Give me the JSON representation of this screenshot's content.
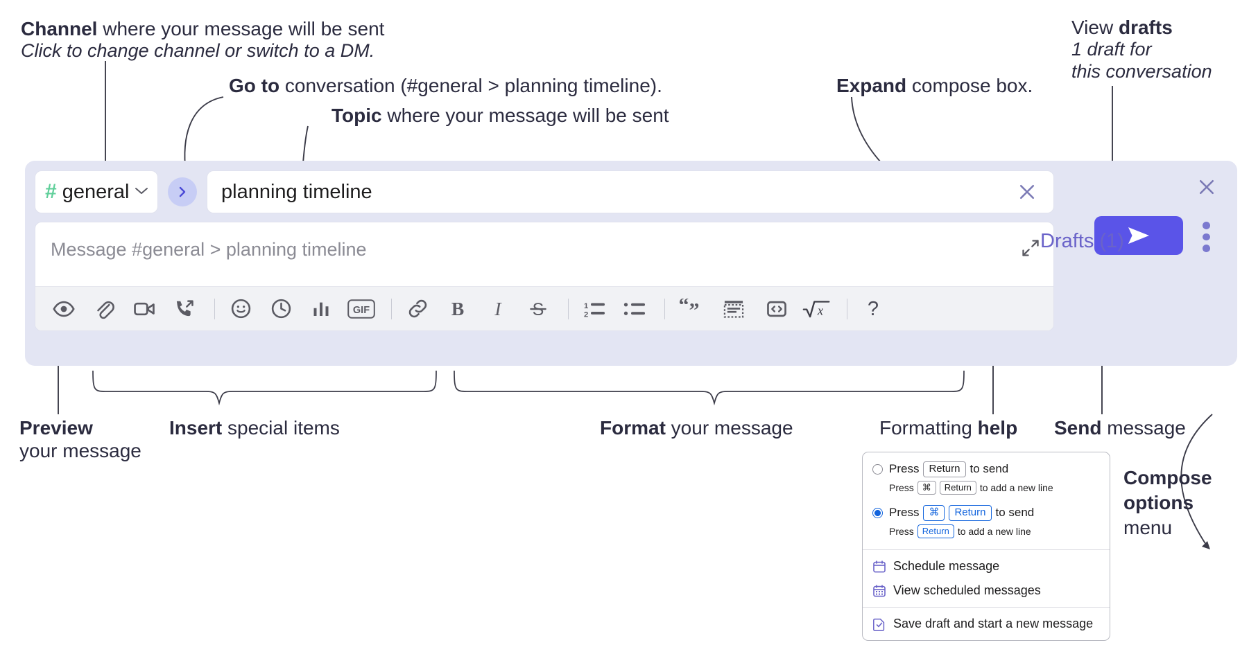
{
  "annotations": {
    "channel_title_bold": "Channel",
    "channel_title_rest": " where your message will be sent",
    "channel_sub": "Click to change channel or switch to a DM.",
    "goto_bold": "Go to",
    "goto_rest": " conversation (#general > planning timeline).",
    "topic_bold": "Topic",
    "topic_rest": " where your message will be sent",
    "expand_bold": "Expand",
    "expand_rest": " compose box.",
    "drafts_line1_rest": "View ",
    "drafts_line1_bold": "drafts",
    "drafts_line2": "1 draft for",
    "drafts_line3": "this conversation",
    "preview_bold": "Preview",
    "preview_rest": "your message",
    "insert_bold": "Insert",
    "insert_rest": " special items",
    "format_bold": "Format",
    "format_rest": " your message",
    "help_rest": "Formatting ",
    "help_bold": "help",
    "send_bold": "Send",
    "send_rest": " message",
    "compose_bold_1": "Compose",
    "compose_bold_2": "options",
    "compose_rest": "menu"
  },
  "composer": {
    "channel": {
      "hash": "#",
      "name": "general",
      "chevron": "chevron-down"
    },
    "goto_label": "go-to-conversation",
    "topic": {
      "value": "planning timeline",
      "clear_label": "clear-topic"
    },
    "message": {
      "placeholder": "Message #general > planning timeline",
      "value": "",
      "expand_label": "expand-compose"
    },
    "toolbar": [
      {
        "name": "preview-icon",
        "label": "Preview"
      },
      {
        "name": "attachment-icon",
        "label": "Attach file"
      },
      {
        "name": "video-icon",
        "label": "Record video clip"
      },
      {
        "name": "audio-call-icon",
        "label": "Record audio clip"
      },
      {
        "name": "divider-1",
        "label": ""
      },
      {
        "name": "emoji-icon",
        "label": "Emoji"
      },
      {
        "name": "clock-icon",
        "label": "Reminder"
      },
      {
        "name": "poll-icon",
        "label": "Poll"
      },
      {
        "name": "gif-icon",
        "label": "GIF"
      },
      {
        "name": "divider-2",
        "label": ""
      },
      {
        "name": "link-icon",
        "label": "Link"
      },
      {
        "name": "bold-icon",
        "label": "B"
      },
      {
        "name": "italic-icon",
        "label": "I"
      },
      {
        "name": "strikethrough-icon",
        "label": "S"
      },
      {
        "name": "divider-3",
        "label": ""
      },
      {
        "name": "ordered-list-icon",
        "label": "Ordered list"
      },
      {
        "name": "bulleted-list-icon",
        "label": "Bulleted list"
      },
      {
        "name": "divider-4",
        "label": ""
      },
      {
        "name": "blockquote-icon",
        "label": "Blockquote"
      },
      {
        "name": "code-block-icon",
        "label": "Code block"
      },
      {
        "name": "code-icon",
        "label": "Code"
      },
      {
        "name": "math-icon",
        "label": "Math"
      },
      {
        "name": "divider-5",
        "label": ""
      },
      {
        "name": "help-icon",
        "label": "?"
      }
    ],
    "send_label": "send-icon",
    "kebab_label": "compose-options-icon",
    "close_label": "close-composer",
    "drafts_label": "Drafts (1)"
  },
  "menu": {
    "option1": {
      "selected": false,
      "pre": "Press",
      "key": "Return",
      "post": "to send",
      "sub_pre": "Press",
      "sub_key1": "⌘",
      "sub_key2": "Return",
      "sub_post": "to add a new line"
    },
    "option2": {
      "selected": true,
      "pre": "Press",
      "key1": "⌘",
      "key2": "Return",
      "post": "to send",
      "sub_pre": "Press",
      "sub_key": "Return",
      "sub_post": "to add a new line"
    },
    "items": [
      {
        "icon": "calendar-icon",
        "label": "Schedule message"
      },
      {
        "icon": "calendar-grid-icon",
        "label": "View scheduled messages"
      },
      {
        "icon": "save-draft-icon",
        "label": "Save draft and start a new message"
      }
    ]
  },
  "colors": {
    "accent": "#5a54e8",
    "card_bg": "#e3e5f3",
    "hash_green": "#5fcf9a",
    "drafts_purple": "#6a63c9",
    "radio_blue": "#1264dd",
    "icon_gray": "#5b5b63"
  }
}
